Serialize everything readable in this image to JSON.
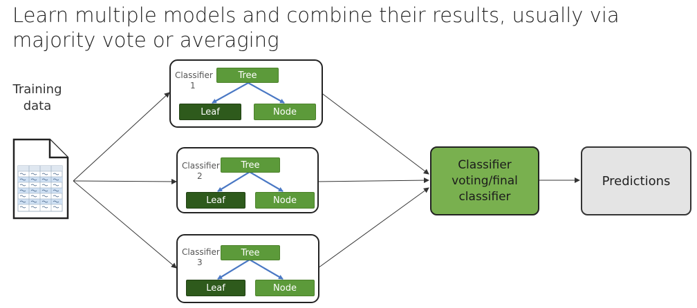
{
  "title": "Learn multiple models and combine their results, usually via majority vote or averaging",
  "training_data": {
    "line1": "Training",
    "line2": "data",
    "icon": "spreadsheet-document-icon"
  },
  "classifiers": [
    {
      "label": "Classifier",
      "number": "1",
      "root": "Tree",
      "left_child": "Leaf",
      "right_child": "Node"
    },
    {
      "label": "Classifier",
      "number": "2",
      "root": "Tree",
      "left_child": "Leaf",
      "right_child": "Node"
    },
    {
      "label": "Classifier",
      "number": "3",
      "root": "Tree",
      "left_child": "Leaf",
      "right_child": "Node"
    }
  ],
  "voting": {
    "line1": "Classifier",
    "line2": "voting/final",
    "line3": "classifier"
  },
  "predictions": "Predictions",
  "colors": {
    "tree_node": "#5c9a3a",
    "leaf_node": "#2e5a1c",
    "voting_box": "#79b04f",
    "predictions_box": "#e4e4e4",
    "tree_edge": "#4a78c4"
  }
}
